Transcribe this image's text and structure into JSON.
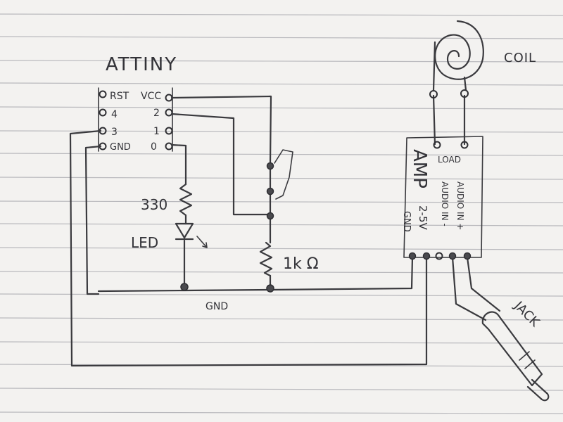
{
  "chip": {
    "title": "ATTINY",
    "pins_left": [
      "RST",
      "4",
      "3",
      "GND"
    ],
    "pins_right": [
      "VCC",
      "2",
      "1",
      "0"
    ]
  },
  "resistor_led": {
    "value": "330"
  },
  "led": {
    "label": "LED"
  },
  "resistor_pot": {
    "value": "1k Ω"
  },
  "ground": {
    "label": "GND"
  },
  "coil": {
    "label": "COIL"
  },
  "amp": {
    "title": "AMP",
    "load_label": "LOAD",
    "power_label": "2-5V",
    "gnd_label": "GND",
    "audio_in_minus": "AUDIO IN -",
    "audio_in_plus": "AUDIO IN +"
  },
  "jack": {
    "label": "JACK"
  },
  "colors": {
    "paper": "#f3f2f0",
    "ink": "#3a3a3e",
    "rule": "#b9b9bd"
  }
}
